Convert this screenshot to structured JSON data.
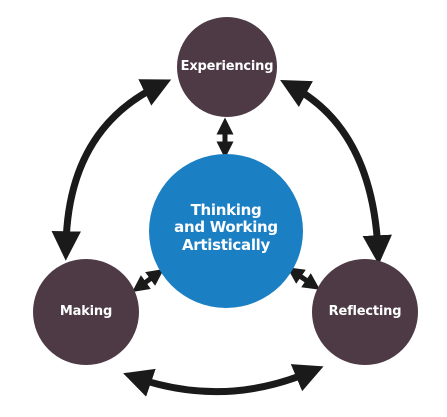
{
  "diagram": {
    "center": {
      "label": "Thinking\nand Working\nArtistically",
      "color": "#1b7fc3"
    },
    "nodes": {
      "top": {
        "label": "Experiencing"
      },
      "left": {
        "label": "Making"
      },
      "right": {
        "label": "Reflecting"
      }
    },
    "colors": {
      "outer_node": "#4d3a44",
      "arrow": "#1a1a1a"
    }
  }
}
